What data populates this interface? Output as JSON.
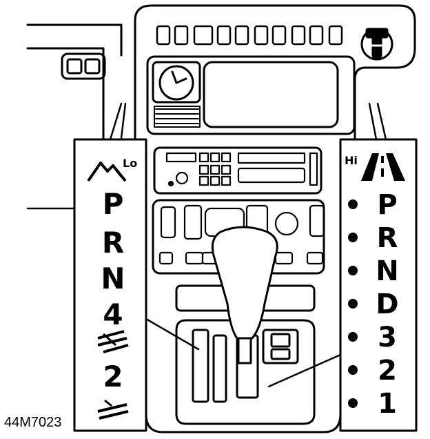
{
  "figure_code": "44M7023",
  "lo_panel": {
    "range_label": "Lo",
    "icon": "mountain-icon",
    "gears": [
      "P",
      "R",
      "N",
      "4",
      "2"
    ],
    "winter_icon": "snowflake-terrain-icon",
    "low_icon": "slope-terrain-icon"
  },
  "hi_panel": {
    "range_label": "Hi",
    "icon": "road-icon",
    "gears": [
      "P",
      "R",
      "N",
      "D",
      "3",
      "2",
      "1"
    ]
  }
}
